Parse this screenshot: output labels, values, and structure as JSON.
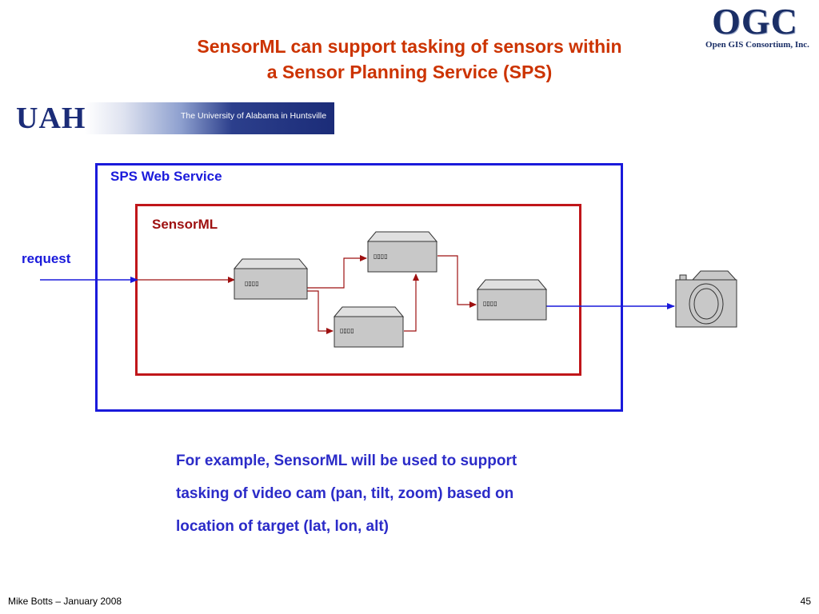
{
  "slide": {
    "title_line1": "SensorML can support tasking of sensors within",
    "title_line2": "a Sensor Planning Service (SPS)",
    "footer_author": "Mike Botts – January 2008",
    "page_number": "45"
  },
  "logos": {
    "ogc_mark": "OGC",
    "ogc_name": "Open GIS Consortium, Inc.",
    "uah_mark": "UAH",
    "uah_name": "The University of Alabama in Huntsville"
  },
  "diagram": {
    "outer_label": "SPS Web Service",
    "inner_label": "SensorML",
    "input_label": "request",
    "process_glyphs": "▯▯▯▯",
    "process_count": 4,
    "output_target": "camera-icon"
  },
  "body": {
    "line1": "For example, SensorML will be used to support",
    "line2": "tasking of video cam (pan, tilt, zoom) based on",
    "line3": "location of target (lat, lon, alt)"
  },
  "colors": {
    "title": "#cc3300",
    "sps_border": "#1a1adb",
    "sensorml_border": "#c0161a",
    "body_text": "#2b2bc8",
    "process_fill": "#c8c8c8"
  }
}
